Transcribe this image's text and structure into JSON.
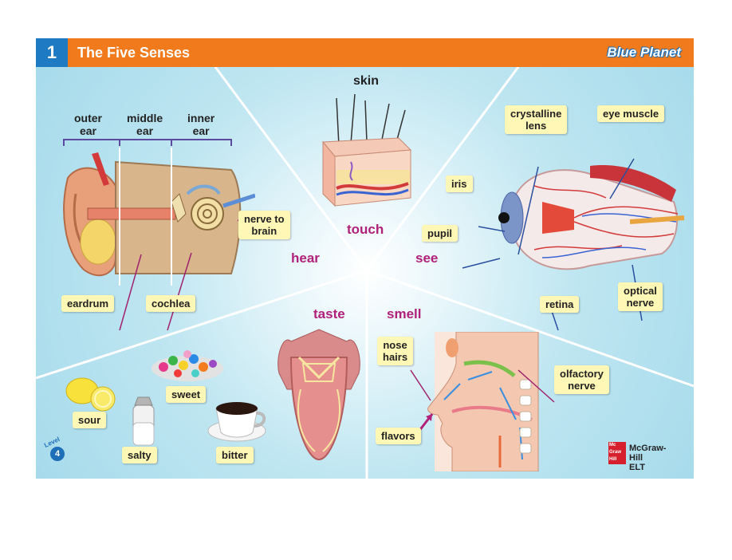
{
  "header": {
    "lesson_number": "1",
    "title": "The Five Senses",
    "brand": "Blue Planet"
  },
  "colors": {
    "header_orange": "#f07a1c",
    "lesson_blue": "#1e7ac2",
    "label_yellow": "#fff7b5",
    "sense_magenta": "#b0217a"
  },
  "hear": {
    "sense": "hear",
    "parts": [
      "outer\near",
      "middle\near",
      "inner\near"
    ],
    "labels": {
      "nerve": "nerve to\nbrain",
      "eardrum": "eardrum",
      "cochlea": "cochlea"
    }
  },
  "touch": {
    "sense": "touch",
    "title": "skin"
  },
  "see": {
    "sense": "see",
    "labels": {
      "lens": "crystalline\nlens",
      "muscle": "eye muscle",
      "iris": "iris",
      "pupil": "pupil",
      "retina": "retina",
      "nerve": "optical\nnerve"
    }
  },
  "taste": {
    "sense": "taste",
    "labels": {
      "sweet": "sweet",
      "sour": "sour",
      "salty": "salty",
      "bitter": "bitter"
    }
  },
  "smell": {
    "sense": "smell",
    "labels": {
      "hairs": "nose\nhairs",
      "olfactory": "olfactory\nnerve",
      "flavors": "flavors"
    }
  },
  "footer": {
    "level_word": "Level",
    "level_number": "4",
    "publisher_logo": "Mc\nGraw\nHill",
    "publisher": "McGraw-Hill\nELT"
  }
}
